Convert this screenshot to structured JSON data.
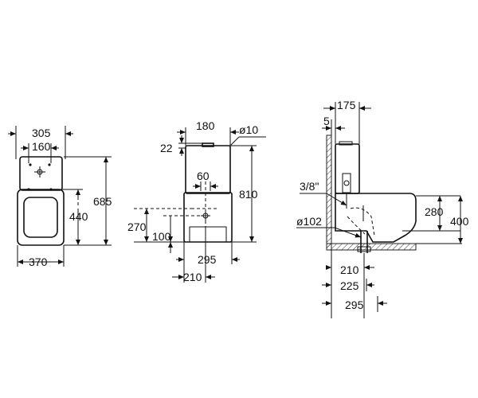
{
  "colors": {
    "line": "#111111",
    "background": "#ffffff"
  },
  "top_view": {
    "d305": "305",
    "d160": "160",
    "d685": "685",
    "d440": "440",
    "d370": "370"
  },
  "side_view": {
    "d180": "180",
    "d10": "ø10",
    "d22": "22",
    "d60": "60",
    "d810": "810",
    "d270": "270",
    "d100": "100",
    "d295": "295",
    "d210": "210"
  },
  "profile_view": {
    "d175": "175",
    "d5": "5",
    "d38": "3/8\"",
    "d102": "ø102",
    "d280": "280",
    "d400": "400",
    "d210": "210",
    "d225": "225",
    "d295": "295"
  }
}
